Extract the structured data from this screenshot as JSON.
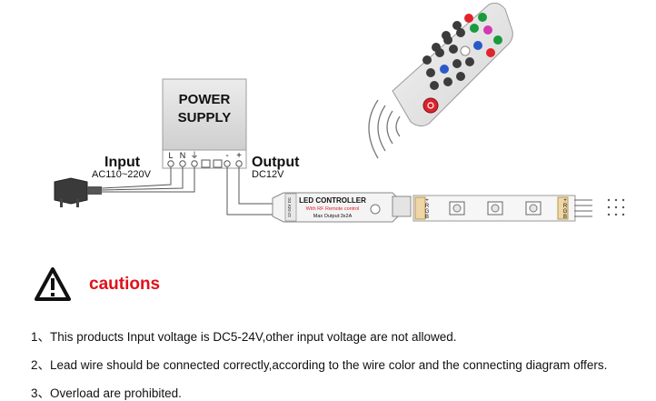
{
  "diagram": {
    "power_supply": {
      "title_line1": "POWER",
      "title_line2": "SUPPLY",
      "terminals": [
        "L",
        "N",
        "⏚",
        "-",
        "+"
      ]
    },
    "input": {
      "label": "Input",
      "voltage": "AC110~220V"
    },
    "output": {
      "label": "Output",
      "voltage": "DC12V"
    },
    "controller": {
      "title": "LED CONTROLLER",
      "subtitle": "With RF Remote control",
      "max_output": "Max Output:3x2A",
      "side_text": "12-24V DC"
    },
    "strip_pin_labels": [
      "+",
      "R",
      "G",
      "B"
    ]
  },
  "cautions": {
    "title": "cautions",
    "items": [
      "1、This products Input voltage is DC5-24V,other input voltage are not allowed.",
      "2、Lead wire should be connected correctly,according to the wire color and the connecting diagram offers.",
      "3、Overload are prohibited."
    ]
  },
  "colors": {
    "caution_red": "#e0101a",
    "wire": "#555555"
  }
}
